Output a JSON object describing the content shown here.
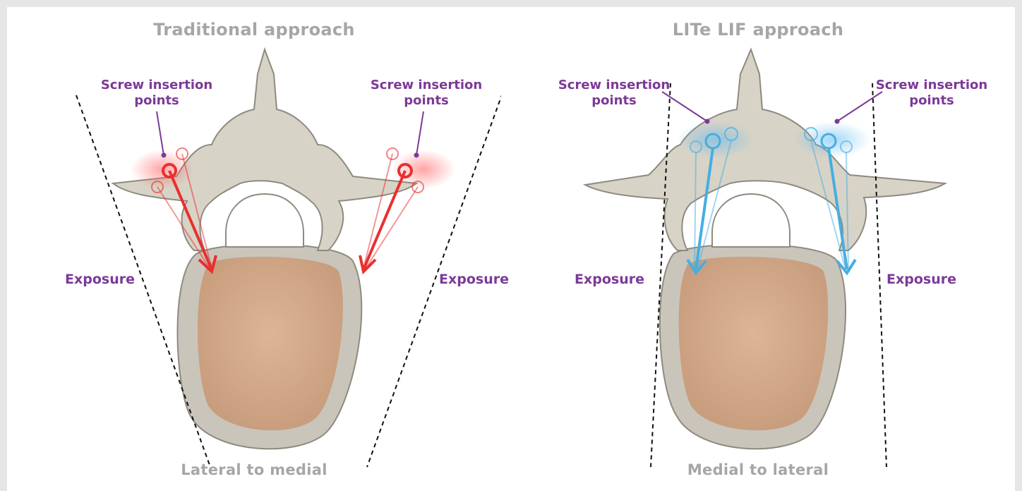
{
  "panels": [
    {
      "title": "Traditional approach",
      "caption": "Lateral to medial",
      "screw_label_left": "Screw insertion\npoints",
      "screw_label_right": "Screw insertion\npoints",
      "exposure_left": "Exposure",
      "exposure_right": "Exposure",
      "accent_color": "#e8302e"
    },
    {
      "title": "LITe LIF approach",
      "caption": "Medial to lateral",
      "screw_label_left": "Screw insertion\npoints",
      "screw_label_right": "Screw insertion\npoints",
      "exposure_left": "Exposure",
      "exposure_right": "Exposure",
      "accent_color": "#46aee0"
    }
  ],
  "colors": {
    "label": "#7b3a97",
    "title": "#a6a6a6",
    "bone": "#d8d3c7",
    "body": "#d4ab8a"
  }
}
